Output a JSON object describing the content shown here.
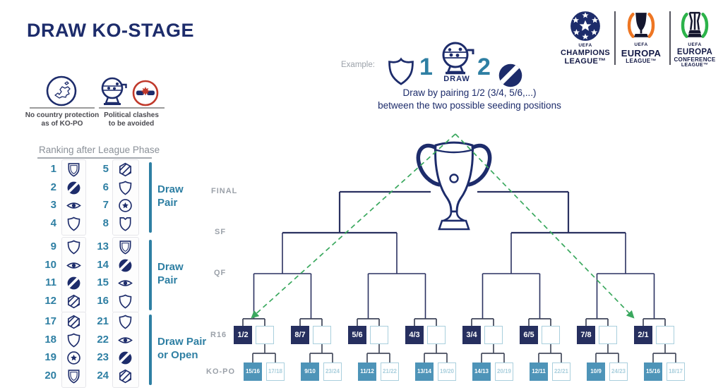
{
  "title": "DRAW KO-STAGE",
  "legend": {
    "country": {
      "line1": "No country protection",
      "line2": "as of KO-PO"
    },
    "political": {
      "line1": "Political clashes",
      "line2": "to be avoided"
    }
  },
  "ranking": {
    "heading": "Ranking after League Phase",
    "groups": [
      {
        "label_lines": [
          "Draw",
          "Pair"
        ],
        "ranks": [
          1,
          2,
          3,
          4,
          5,
          6,
          7,
          8
        ]
      },
      {
        "label_lines": [
          "Draw",
          "Pair"
        ],
        "ranks": [
          9,
          10,
          11,
          12,
          13,
          14,
          15,
          16
        ]
      },
      {
        "label_lines": [
          "Draw Pair",
          "or Open"
        ],
        "ranks": [
          17,
          18,
          19,
          20,
          21,
          22,
          23,
          24
        ]
      }
    ],
    "badges_by_rank": [
      "crest-flat",
      "ball",
      "eye",
      "shield",
      "hex",
      "shield",
      "star",
      "crest-notch",
      "shield",
      "eye",
      "ball",
      "hex",
      "crest-flat",
      "ball",
      "eye",
      "shield",
      "hex",
      "shield",
      "star",
      "crest-flat",
      "shield",
      "eye",
      "ball",
      "hex"
    ]
  },
  "example": {
    "label": "Example:",
    "num1": "1",
    "num2": "2",
    "draw_word": "DRAW",
    "caption1": "Draw by pairing 1/2 (3/4, 5/6,...)",
    "caption2": "between the two possible seeding positions"
  },
  "logos": {
    "ucl": {
      "uefa": "UEFA",
      "line1": "CHAMPIONS",
      "line2": "LEAGUE™"
    },
    "uel": {
      "uefa": "UEFA",
      "line1": "EUROPA",
      "line2": "LEAGUE™"
    },
    "uecl": {
      "uefa": "UEFA",
      "line1": "EUROPA",
      "line2": "CONFERENCE",
      "line3": "LEAGUE™"
    }
  },
  "bracket": {
    "labels": {
      "final": "FINAL",
      "sf": "SF",
      "qf": "QF",
      "r16": "R16",
      "kopo": "KO-PO"
    },
    "r16_pairs": [
      "1/2",
      "8/7",
      "5/6",
      "4/3",
      "3/4",
      "6/5",
      "7/8",
      "2/1"
    ],
    "kopo_seeded": [
      "15/16",
      "9/10",
      "11/12",
      "13/14",
      "14/13",
      "12/11",
      "10/9",
      "15/16"
    ],
    "kopo_open": [
      "17/18",
      "23/24",
      "21/22",
      "19/20",
      "20/19",
      "22/21",
      "24/23",
      "18/17"
    ]
  },
  "colors": {
    "navy": "#1d2c6b",
    "bracket_line": "#2a3160",
    "box_navy": "#262f5f",
    "teal": "#2e7fa3",
    "kopo_teal": "#4e94b8",
    "light_blue": "#a9cfdd",
    "label_gray": "#9ba1a9",
    "arrow_green": "#3aa85e",
    "europa_orange": "#ee7623",
    "conference_green": "#2cb34a",
    "clash_red": "#c0392b"
  }
}
